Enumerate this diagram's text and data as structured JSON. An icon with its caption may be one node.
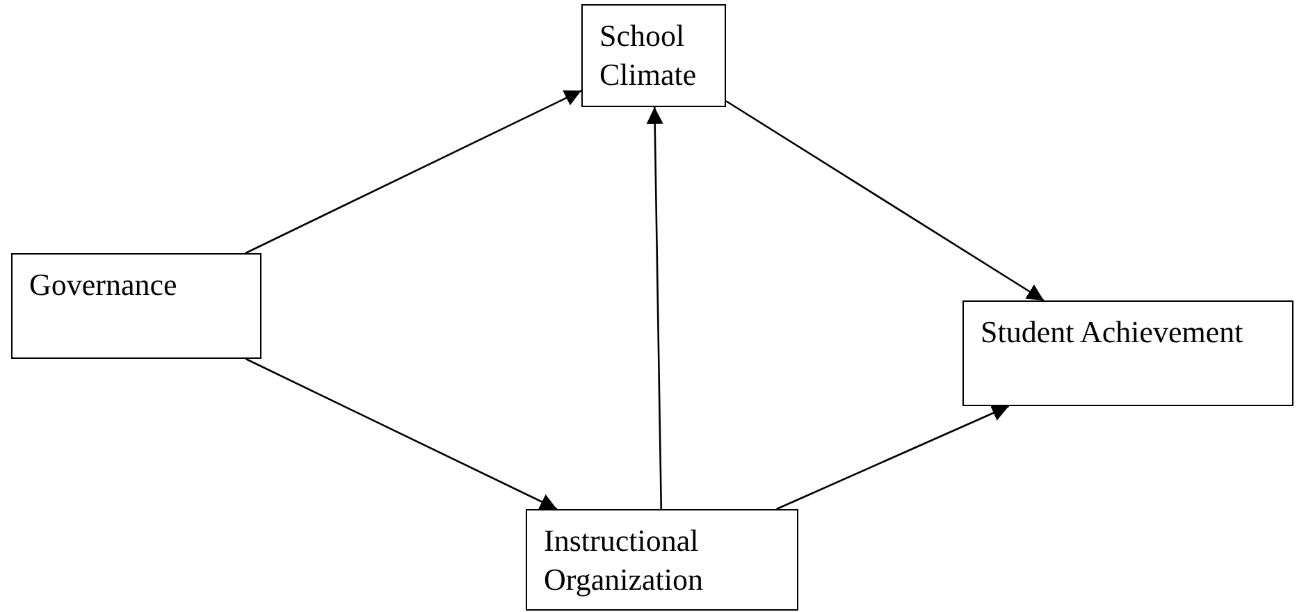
{
  "diagram": {
    "nodes": [
      {
        "text": [
          "School Climate"
        ]
      },
      {
        "text": [
          "Governance"
        ]
      },
      {
        "text": [
          "Student Achievement"
        ]
      },
      {
        "text": [
          "Instructional Organization"
        ]
      }
    ],
    "edges": [
      {
        "from": 1,
        "to": 0,
        "arrow": "to"
      },
      {
        "from": 1,
        "to": 3,
        "arrow": "to"
      },
      {
        "from": 3,
        "to": 0,
        "arrow": "to"
      },
      {
        "from": 0,
        "to": 2,
        "arrow": "to"
      },
      {
        "from": 3,
        "to": 2,
        "arrow": "to"
      }
    ]
  }
}
